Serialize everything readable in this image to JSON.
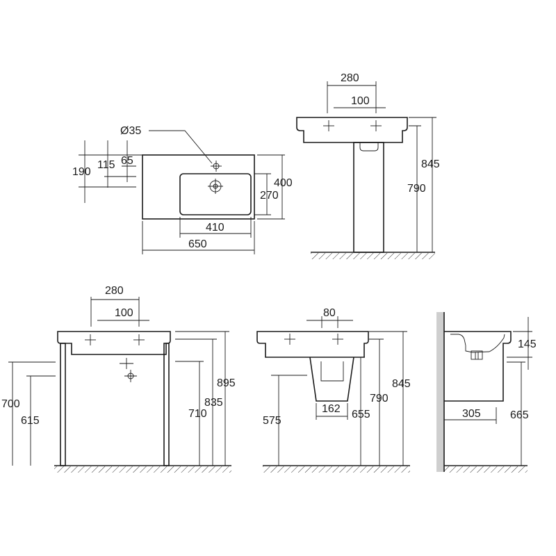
{
  "top_view": {
    "dia": "Ø35",
    "d_190": "190",
    "d_115": "115",
    "d_65": "65",
    "d_400": "400",
    "d_270": "270",
    "d_410": "410",
    "d_650": "650"
  },
  "pedestal_view": {
    "d_280": "280",
    "d_100": "100",
    "d_845": "845",
    "d_790": "790"
  },
  "stand_view": {
    "d_280": "280",
    "d_100": "100",
    "d_895": "895",
    "d_835": "835",
    "d_710": "710",
    "d_700": "700",
    "d_615": "615"
  },
  "semipedestal_view": {
    "d_80": "80",
    "d_162": "162",
    "d_575": "575",
    "d_655": "655",
    "d_790": "790",
    "d_845": "845"
  },
  "side_view": {
    "d_145": "145",
    "d_305": "305",
    "d_665": "665"
  }
}
